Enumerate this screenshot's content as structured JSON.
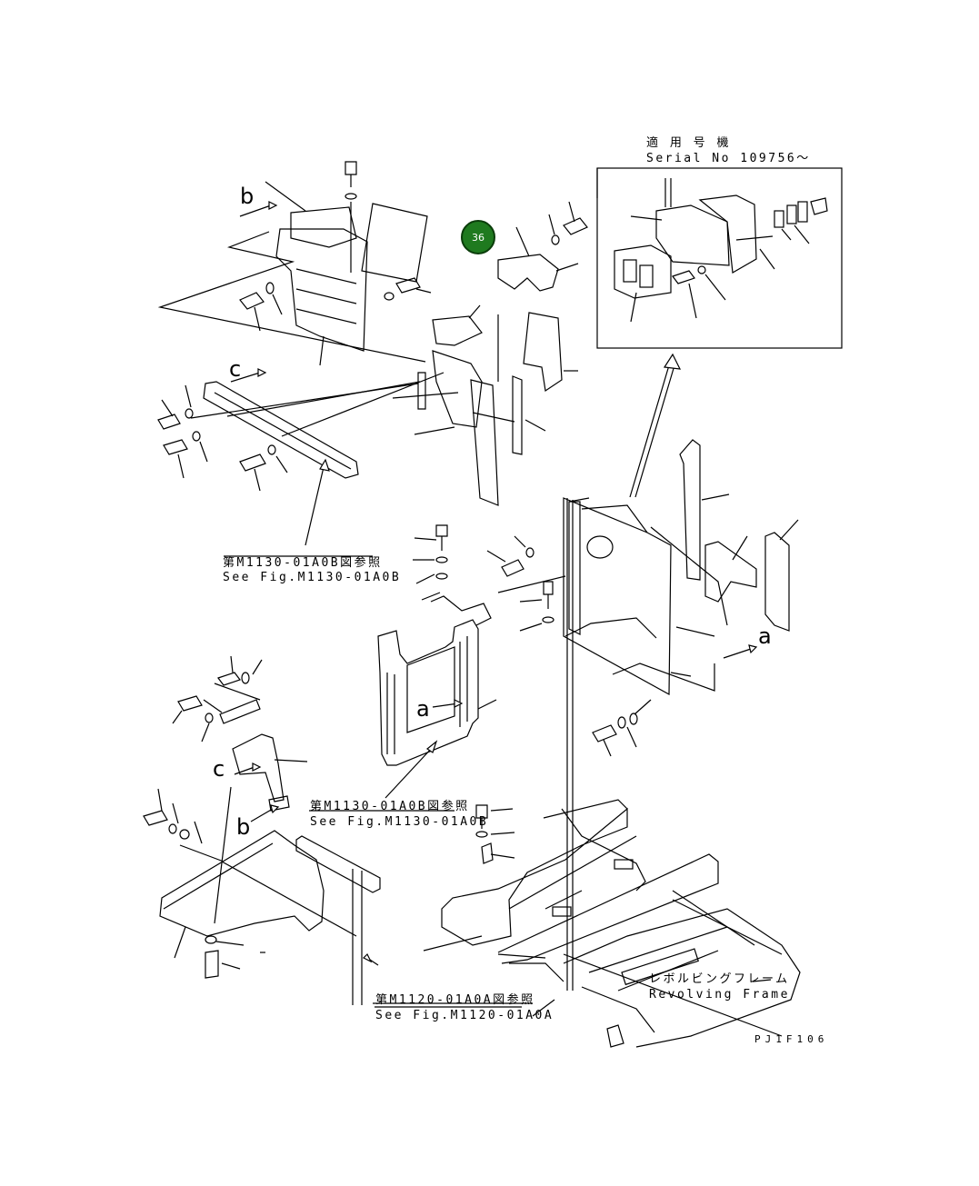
{
  "inset": {
    "title_jp": "適 用 号 機",
    "serial": "Serial No 109756～"
  },
  "badge": {
    "number": "36",
    "color": "#1f7a1f"
  },
  "refs": [
    {
      "jp": "第M1130-01A0B図参照",
      "en": "See Fig.M1130-01A0B"
    },
    {
      "jp": "第M1130-01A0B図参照",
      "en": "See Fig.M1130-01A0B"
    },
    {
      "jp": "第M1120-01A0A図参照",
      "en": "See Fig.M1120-01A0A"
    }
  ],
  "frame": {
    "jp": "レボルビングフレーム",
    "en": "Revolving Frame"
  },
  "letters": {
    "b1": "b",
    "c1": "c",
    "a1": "a",
    "a2": "a",
    "c2": "c",
    "b2": "b"
  },
  "code": "PJ1F106"
}
